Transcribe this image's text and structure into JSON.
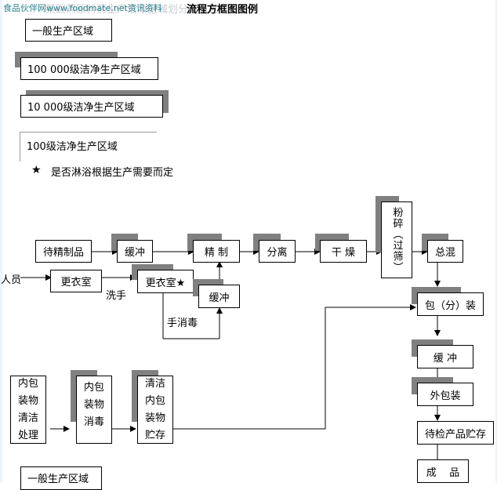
{
  "header": {
    "watermark": "食品伙伴网www.foodmate.net资讯资料",
    "faded_title": "某医药原料药生产洁净区域划分及工艺",
    "title": "流程方框图图例"
  },
  "legend": {
    "items": [
      {
        "label": "一般生产区域",
        "style": "plain"
      },
      {
        "label": "100 000级洁净生产区域",
        "style": "shadow-top-left"
      },
      {
        "label": "10 000级洁净生产区域",
        "style": "shadow-top-right"
      },
      {
        "label": "100级洁净生产区域",
        "style": "open-border"
      }
    ],
    "note_symbol": "★",
    "note": "是否淋浴根据生产需要而定"
  },
  "flow": {
    "nodes": {
      "pending_refine": "待精制品",
      "buffer1": "缓冲",
      "refine": "精 制",
      "separate": "分离",
      "dry": "干 燥",
      "crush": "粉碎（过筛）",
      "mix": "总混",
      "changing1": "更衣室",
      "changing2": "更衣室★",
      "buffer2": "缓冲",
      "pack": "包（分）装",
      "buffer3": "缓  冲",
      "outer_pack": "外包装",
      "pending_storage": "待检产品贮存",
      "product": "成    品",
      "inner_clean": [
        "内包",
        "装物",
        "清洁",
        "处理"
      ],
      "inner_disinfect": [
        "内包",
        "装物",
        "消毒"
      ],
      "inner_storage": [
        "清洁",
        "内包",
        "装物",
        "贮存"
      ]
    },
    "labels": {
      "personnel": "人员",
      "wash_hands": "洗手",
      "hand_disinfect": "手消毒"
    }
  },
  "footer_legend": {
    "label": "一般生产区域"
  }
}
